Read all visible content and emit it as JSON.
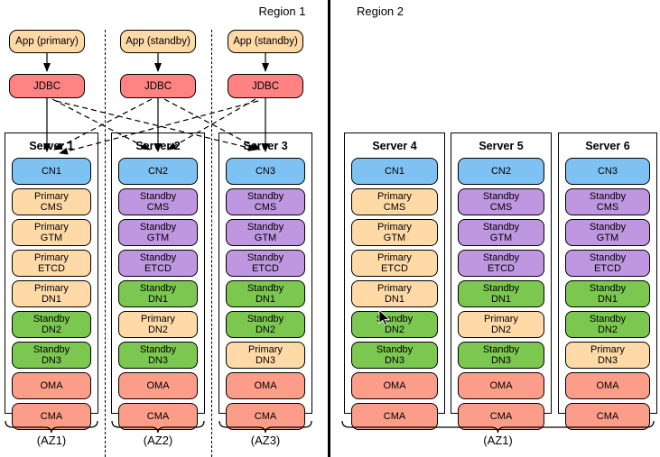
{
  "colors": {
    "background": "#ffffff",
    "app": "#ffd9a6",
    "jdbc": "#ff8383",
    "cn": "#7dc2f2",
    "primary": "#ffd9a6",
    "standby": "#bf97e0",
    "standby_dn": "#7cc750",
    "mgmt": "#fb9d88",
    "line": "#000000"
  },
  "region1": {
    "label": "Region 1",
    "columns": [
      {
        "app": "App (primary)",
        "jdbc": "JDBC",
        "az_label": "(AZ1)",
        "server": {
          "title": "Server 1",
          "components": [
            {
              "label": "CN1",
              "kind": "cn"
            },
            {
              "label": "Primary\nCMS",
              "kind": "primary"
            },
            {
              "label": "Primary\nGTM",
              "kind": "primary"
            },
            {
              "label": "Primary\nETCD",
              "kind": "primary"
            },
            {
              "label": "Primary\nDN1",
              "kind": "primary"
            },
            {
              "label": "Standby\nDN2",
              "kind": "standby_dn"
            },
            {
              "label": "Standby\nDN3",
              "kind": "standby_dn"
            },
            {
              "label": "OMA",
              "kind": "mgmt"
            },
            {
              "label": "CMA",
              "kind": "mgmt"
            }
          ]
        }
      },
      {
        "app": "App (standby)",
        "jdbc": "JDBC",
        "az_label": "(AZ2)",
        "server": {
          "title": "Server 2",
          "components": [
            {
              "label": "CN2",
              "kind": "cn"
            },
            {
              "label": "Standby\nCMS",
              "kind": "standby"
            },
            {
              "label": "Standby\nGTM",
              "kind": "standby"
            },
            {
              "label": "Standby\nETCD",
              "kind": "standby"
            },
            {
              "label": "Standby\nDN1",
              "kind": "standby_dn"
            },
            {
              "label": "Primary\nDN2",
              "kind": "primary"
            },
            {
              "label": "Standby\nDN3",
              "kind": "standby_dn"
            },
            {
              "label": "OMA",
              "kind": "mgmt"
            },
            {
              "label": "CMA",
              "kind": "mgmt"
            }
          ]
        }
      },
      {
        "app": "App (standby)",
        "jdbc": "JDBC",
        "az_label": "(AZ3)",
        "server": {
          "title": "Server 3",
          "components": [
            {
              "label": "CN3",
              "kind": "cn"
            },
            {
              "label": "Standby\nCMS",
              "kind": "standby"
            },
            {
              "label": "Standby\nGTM",
              "kind": "standby"
            },
            {
              "label": "Standby\nETCD",
              "kind": "standby"
            },
            {
              "label": "Standby\nDN1",
              "kind": "standby_dn"
            },
            {
              "label": "Standby\nDN2",
              "kind": "standby_dn"
            },
            {
              "label": "Primary\nDN3",
              "kind": "primary"
            },
            {
              "label": "OMA",
              "kind": "mgmt"
            },
            {
              "label": "CMA",
              "kind": "mgmt"
            }
          ]
        }
      }
    ]
  },
  "region2": {
    "label": "Region 2",
    "az_label": "(AZ1)",
    "servers": [
      {
        "title": "Server 4",
        "components": [
          {
            "label": "CN1",
            "kind": "cn"
          },
          {
            "label": "Primary\nCMS",
            "kind": "primary"
          },
          {
            "label": "Primary\nGTM",
            "kind": "primary"
          },
          {
            "label": "Primary\nETCD",
            "kind": "primary"
          },
          {
            "label": "Primary\nDN1",
            "kind": "primary"
          },
          {
            "label": "Standby\nDN2",
            "kind": "standby_dn"
          },
          {
            "label": "Standby\nDN3",
            "kind": "standby_dn"
          },
          {
            "label": "OMA",
            "kind": "mgmt"
          },
          {
            "label": "CMA",
            "kind": "mgmt"
          }
        ]
      },
      {
        "title": "Server 5",
        "components": [
          {
            "label": "CN2",
            "kind": "cn"
          },
          {
            "label": "Standby\nCMS",
            "kind": "standby"
          },
          {
            "label": "Standby\nGTM",
            "kind": "standby"
          },
          {
            "label": "Standby\nETCD",
            "kind": "standby"
          },
          {
            "label": "Standby\nDN1",
            "kind": "standby_dn"
          },
          {
            "label": "Primary\nDN2",
            "kind": "primary"
          },
          {
            "label": "Standby\nDN3",
            "kind": "standby_dn"
          },
          {
            "label": "OMA",
            "kind": "mgmt"
          },
          {
            "label": "CMA",
            "kind": "mgmt"
          }
        ]
      },
      {
        "title": "Server 6",
        "components": [
          {
            "label": "CN3",
            "kind": "cn"
          },
          {
            "label": "Standby\nCMS",
            "kind": "standby"
          },
          {
            "label": "Standby\nGTM",
            "kind": "standby"
          },
          {
            "label": "Standby\nETCD",
            "kind": "standby"
          },
          {
            "label": "Standby\nDN1",
            "kind": "standby_dn"
          },
          {
            "label": "Standby\nDN2",
            "kind": "standby_dn"
          },
          {
            "label": "Primary\nDN3",
            "kind": "primary"
          },
          {
            "label": "OMA",
            "kind": "mgmt"
          },
          {
            "label": "CMA",
            "kind": "mgmt"
          }
        ]
      }
    ]
  }
}
